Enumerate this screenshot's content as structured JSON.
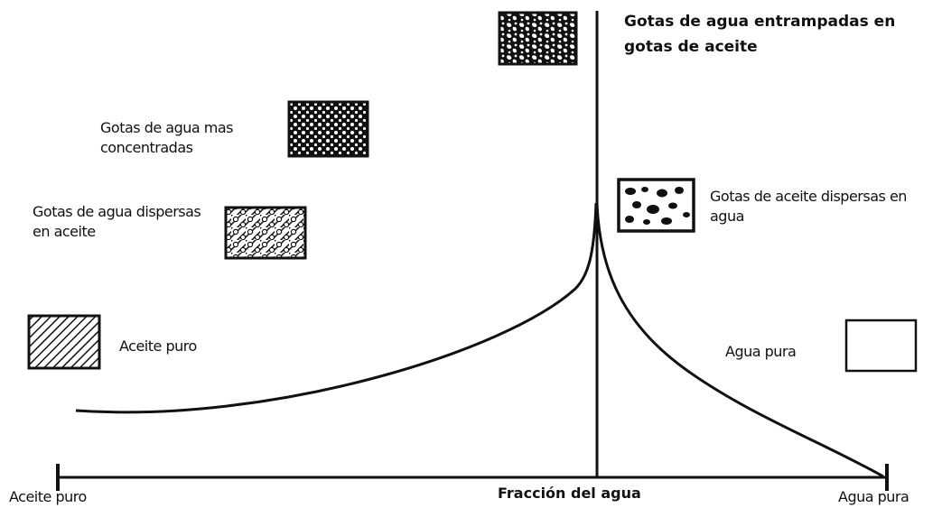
{
  "labels": {
    "water_in_oil_trapped": "Gotas de agua entrampadas en gotas de aceite",
    "water_concentrated": "Gotas de agua mas concentradas",
    "water_dispersed": "Gotas de agua dispersas en aceite",
    "oil_dispersed": "Gotas de aceite dispersas en agua",
    "pure_oil_sample": "Aceite puro",
    "pure_water_sample": "Agua pura",
    "axis_left": "Aceite puro",
    "axis_center": "Fracción del agua",
    "axis_right": "Agua pura"
  },
  "colors": {
    "ink": "#111111",
    "background": "#ffffff"
  },
  "samples": [
    {
      "name": "trapped-droplets-texture",
      "pattern": "mottled"
    },
    {
      "name": "concentrated-droplets-texture",
      "pattern": "dense-dots"
    },
    {
      "name": "dispersed-water-texture",
      "pattern": "hatched-dots"
    },
    {
      "name": "oil-dispersed-texture",
      "pattern": "blobs"
    },
    {
      "name": "pure-oil-texture",
      "pattern": "hatched"
    },
    {
      "name": "pure-water-texture",
      "pattern": "empty"
    }
  ]
}
